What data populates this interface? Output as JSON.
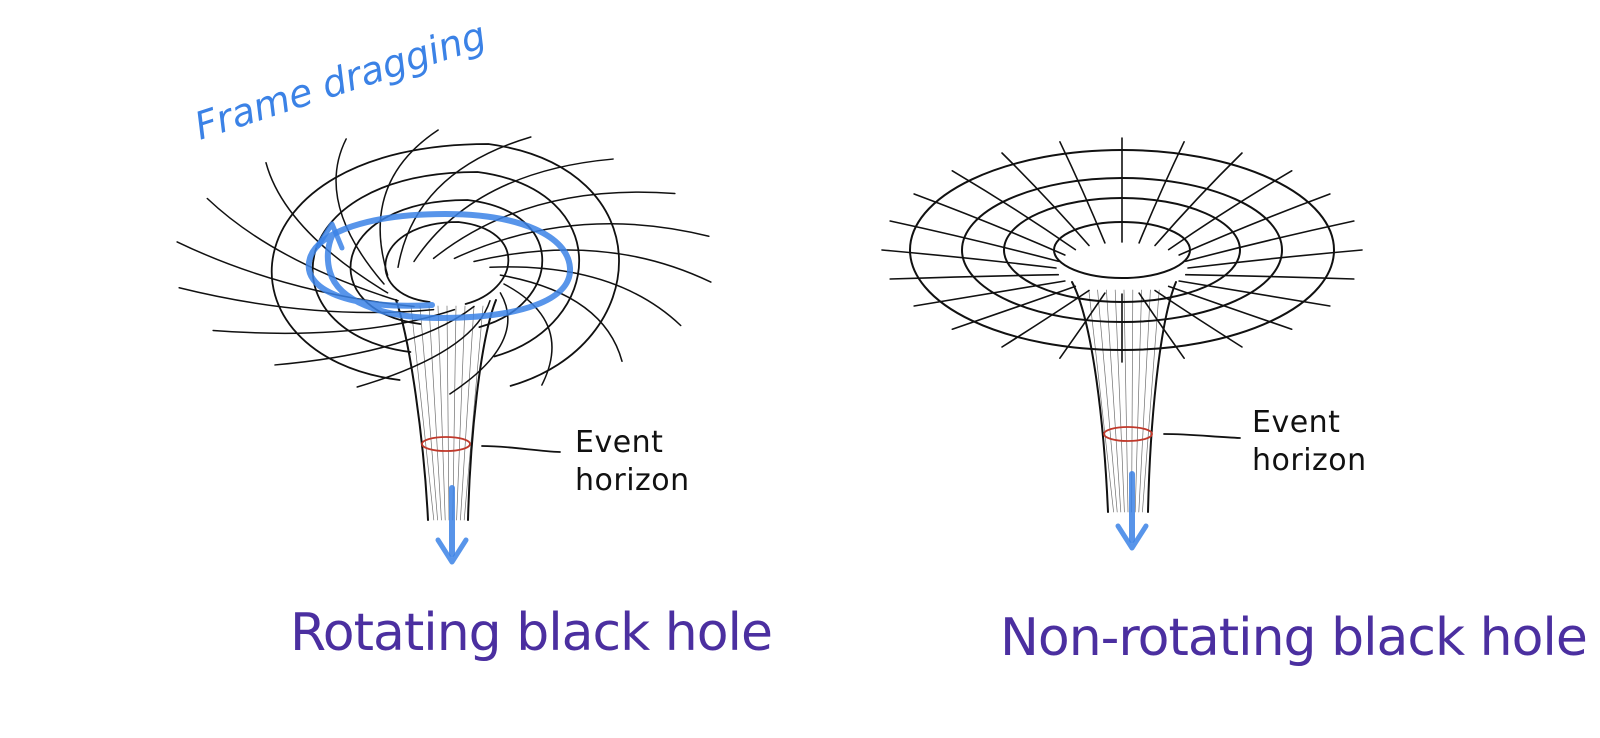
{
  "colors": {
    "ink": "#111111",
    "accent_blue": "#3b82e6",
    "caption_purple": "#4b2fa0",
    "horizon_red": "#c0392b"
  },
  "panels": [
    {
      "key": "rotating",
      "caption": "Rotating black hole",
      "annotation": "Frame dragging",
      "horizon_label_line1": "Event",
      "horizon_label_line2": "horizon"
    },
    {
      "key": "non_rotating",
      "caption": "Non-rotating black hole",
      "horizon_label_line1": "Event",
      "horizon_label_line2": "horizon"
    }
  ]
}
